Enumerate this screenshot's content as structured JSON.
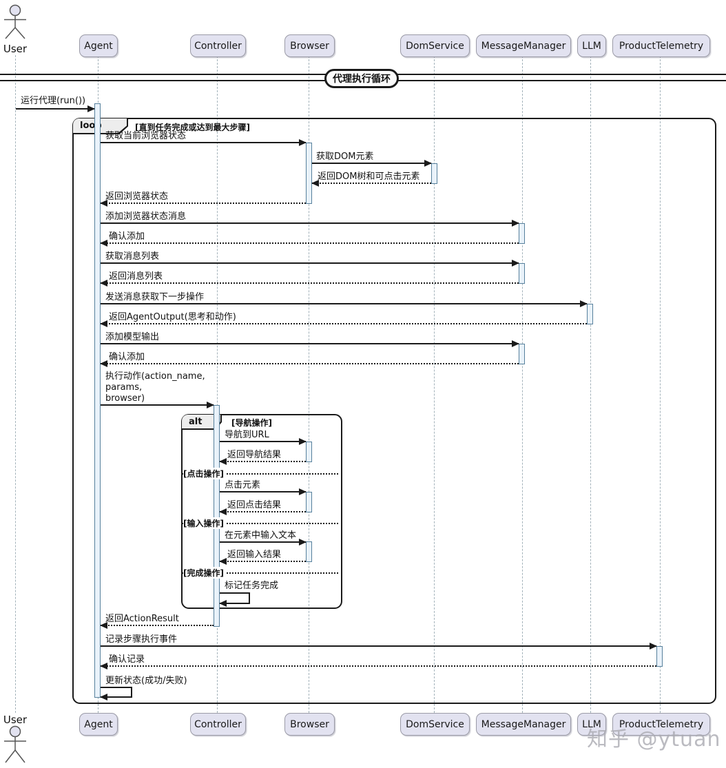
{
  "title": "代理执行循环",
  "watermark": "知乎 @ytuan",
  "participants": [
    {
      "id": "user",
      "label": "User",
      "type": "actor"
    },
    {
      "id": "agent",
      "label": "Agent",
      "type": "participant"
    },
    {
      "id": "controller",
      "label": "Controller",
      "type": "participant"
    },
    {
      "id": "browser",
      "label": "Browser",
      "type": "participant"
    },
    {
      "id": "domservice",
      "label": "DomService",
      "type": "participant"
    },
    {
      "id": "messagemanager",
      "label": "MessageManager",
      "type": "participant"
    },
    {
      "id": "llm",
      "label": "LLM",
      "type": "participant"
    },
    {
      "id": "producttelemetry",
      "label": "ProductTelemetry",
      "type": "participant"
    }
  ],
  "frames": {
    "loop": {
      "keyword": "loop",
      "guard": "[直到任务完成或达到最大步骤]"
    },
    "alt": {
      "keyword": "alt",
      "guard": "[导航操作]",
      "dividers": [
        "[点击操作]",
        "[输入操作]",
        "[完成操作]"
      ]
    }
  },
  "messages": [
    {
      "from": "User",
      "to": "Agent",
      "label": "运行代理(run())",
      "style": "solid"
    },
    {
      "from": "Agent",
      "to": "Browser",
      "label": "获取当前浏览器状态",
      "style": "solid"
    },
    {
      "from": "Browser",
      "to": "DomService",
      "label": "获取DOM元素",
      "style": "solid"
    },
    {
      "from": "DomService",
      "to": "Browser",
      "label": "返回DOM树和可点击元素",
      "style": "return"
    },
    {
      "from": "Browser",
      "to": "Agent",
      "label": "返回浏览器状态",
      "style": "return"
    },
    {
      "from": "Agent",
      "to": "MessageManager",
      "label": "添加浏览器状态消息",
      "style": "solid"
    },
    {
      "from": "MessageManager",
      "to": "Agent",
      "label": "确认添加",
      "style": "return"
    },
    {
      "from": "Agent",
      "to": "MessageManager",
      "label": "获取消息列表",
      "style": "solid"
    },
    {
      "from": "MessageManager",
      "to": "Agent",
      "label": "返回消息列表",
      "style": "return"
    },
    {
      "from": "Agent",
      "to": "LLM",
      "label": "发送消息获取下一步操作",
      "style": "solid"
    },
    {
      "from": "LLM",
      "to": "Agent",
      "label": "返回AgentOutput(思考和动作)",
      "style": "return"
    },
    {
      "from": "Agent",
      "to": "MessageManager",
      "label": "添加模型输出",
      "style": "solid"
    },
    {
      "from": "MessageManager",
      "to": "Agent",
      "label": "确认添加",
      "style": "return"
    },
    {
      "from": "Agent",
      "to": "Controller",
      "label": "执行动作(action_name,\nparams,\nbrowser)",
      "style": "solid"
    },
    {
      "from": "Controller",
      "to": "Browser",
      "label": "导航到URL",
      "style": "solid"
    },
    {
      "from": "Browser",
      "to": "Controller",
      "label": "返回导航结果",
      "style": "return"
    },
    {
      "from": "Controller",
      "to": "Browser",
      "label": "点击元素",
      "style": "solid"
    },
    {
      "from": "Browser",
      "to": "Controller",
      "label": "返回点击结果",
      "style": "return"
    },
    {
      "from": "Controller",
      "to": "Browser",
      "label": "在元素中输入文本",
      "style": "solid"
    },
    {
      "from": "Browser",
      "to": "Controller",
      "label": "返回输入结果",
      "style": "return"
    },
    {
      "from": "Controller",
      "to": "Controller",
      "label": "标记任务完成",
      "style": "self"
    },
    {
      "from": "Controller",
      "to": "Agent",
      "label": "返回ActionResult",
      "style": "return"
    },
    {
      "from": "Agent",
      "to": "ProductTelemetry",
      "label": "记录步骤执行事件",
      "style": "solid"
    },
    {
      "from": "ProductTelemetry",
      "to": "Agent",
      "label": "确认记录",
      "style": "return"
    },
    {
      "from": "Agent",
      "to": "Agent",
      "label": "更新状态(成功/失败)",
      "style": "self"
    }
  ],
  "colors": {
    "participant_fill": "#E2E2F0",
    "activation_fill": "#E9F2FA",
    "line": "#1A1A1A",
    "frame_tab_fill": "#EDEDED"
  }
}
